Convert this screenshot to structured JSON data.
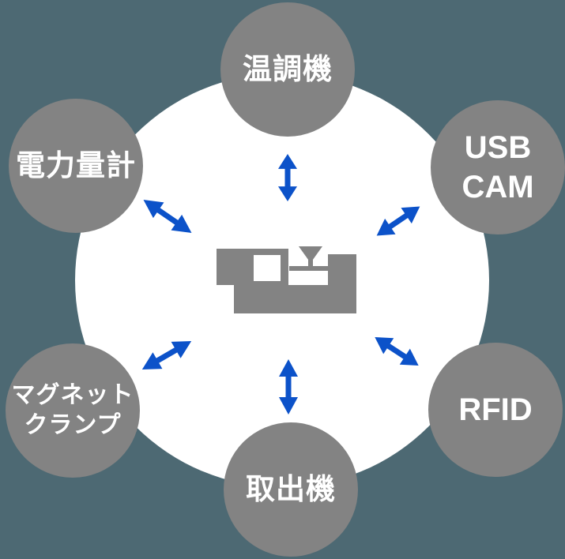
{
  "diagram": {
    "type": "hub-and-spoke connectivity diagram",
    "colors": {
      "background": "#4d6973",
      "node_circle": "#838383",
      "hub_circle": "#ffffff",
      "arrow_blue": "#0c52c9",
      "label_text": "#ffffff",
      "machine_icon": "#838383"
    },
    "center": {
      "icon": "injection-molding-machine-icon"
    },
    "nodes": [
      {
        "id": "temp-controller",
        "label": "温調機",
        "position": "top"
      },
      {
        "id": "power-meter",
        "label": "電力量計",
        "position": "top-left"
      },
      {
        "id": "usb-cam",
        "label": "USB CAM",
        "position": "top-right"
      },
      {
        "id": "magnet-clamp",
        "label_line1": "マグネット",
        "label_line2": "クランプ",
        "position": "bottom-left"
      },
      {
        "id": "take-out-robot",
        "label": "取出機",
        "position": "bottom"
      },
      {
        "id": "rfid",
        "label": "RFID",
        "position": "bottom-right"
      }
    ],
    "arrows": [
      {
        "name": "link-center-temp-controller",
        "style": "double-headed",
        "orientation": "vertical"
      },
      {
        "name": "link-center-power-meter",
        "style": "double-headed",
        "orientation": "diagonal"
      },
      {
        "name": "link-center-usb-cam",
        "style": "double-headed",
        "orientation": "diagonal"
      },
      {
        "name": "link-center-magnet-clamp",
        "style": "double-headed",
        "orientation": "diagonal"
      },
      {
        "name": "link-center-take-out-robot",
        "style": "double-headed",
        "orientation": "vertical"
      },
      {
        "name": "link-center-rfid",
        "style": "double-headed",
        "orientation": "diagonal"
      }
    ]
  }
}
